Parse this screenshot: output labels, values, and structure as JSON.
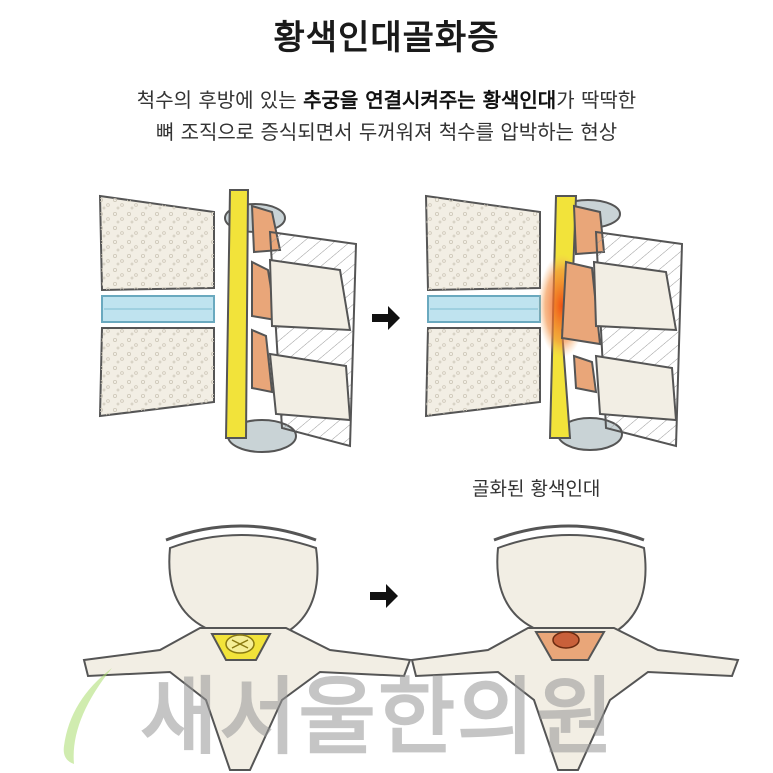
{
  "title": "황색인대골화증",
  "description": {
    "line1_part1": "척수의 후방에 있는 ",
    "line1_bold1": "추궁을 연결시켜주는 황색인대",
    "line1_part2": "가 딱딱한",
    "line2": "뼈 조직으로 증식되면서 두꺼워져 척수를 압박하는 현상"
  },
  "caption": "골화된 황색인대",
  "watermark": "새서울한의원",
  "colors": {
    "bone": "#f2eee4",
    "disc": "#bfe3ef",
    "cord": "#f2e33a",
    "ligament": "#e9a679",
    "inflamed": "#f0651f",
    "arrow": "#111111",
    "outline": "#555555"
  },
  "icons": [
    "arrow-right-icon",
    "arrow-right-icon",
    "leaf-logo-icon"
  ]
}
